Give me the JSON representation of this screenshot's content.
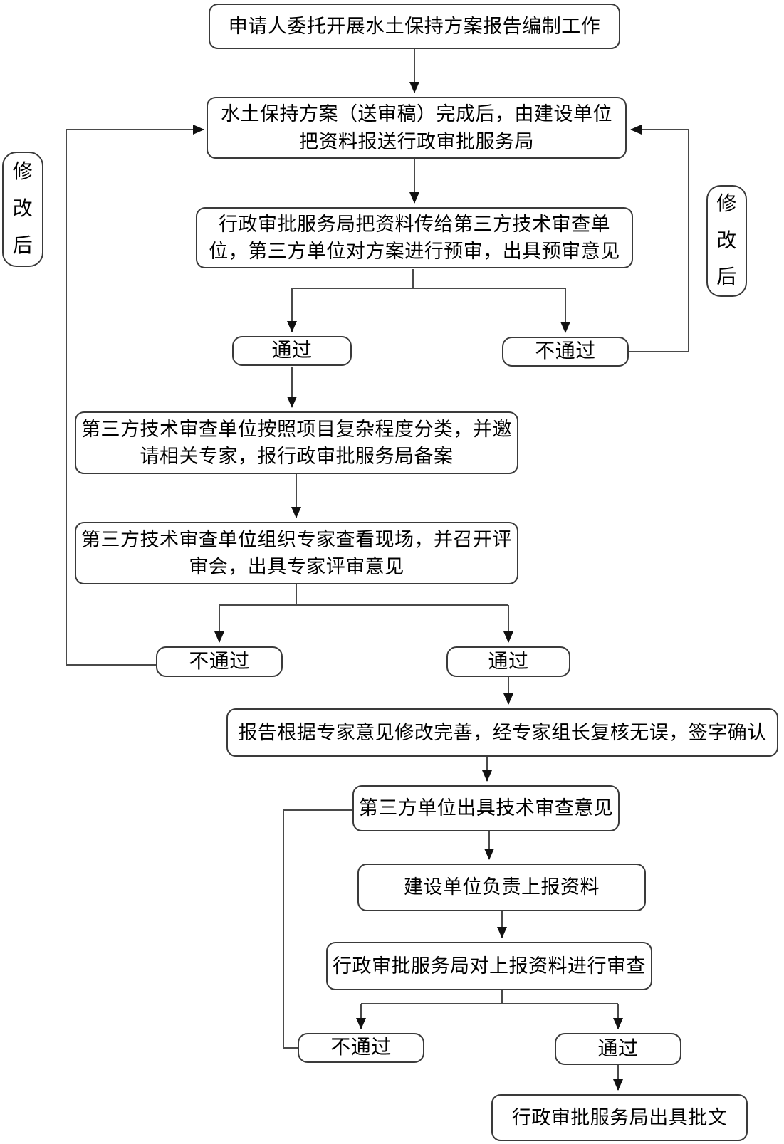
{
  "colors": {
    "background": "#ffffff",
    "box_border": "#3a3a3a",
    "connector_line": "#4a4a4a",
    "arrowhead": "#111111",
    "text": "#000000"
  },
  "flow": {
    "steps": {
      "entrust": "申请人委托开展水土保持方案报告编制工作",
      "submit_draft": "水土保持方案（送审稿）完成后，由建设单位把资料报送行政审批服务局",
      "forward_third_party": "行政审批服务局把资料传给第三方技术审查单位，第三方单位对方案进行预审，出具预审意见",
      "classify_experts": "第三方技术审查单位按照项目复杂程度分类，并邀请相关专家，报行政审批服务局备案",
      "site_review": "第三方技术审查单位组织专家查看现场，并召开评审会，出具专家评审意见",
      "revise_confirm": "报告根据专家意见修改完善，经专家组长复核无误，签字确认",
      "tech_opinion": "第三方单位出具技术审查意见",
      "submit_materials": "建设单位负责上报资料",
      "bureau_review": "行政审批服务局对上报资料进行审查",
      "issue_approval": "行政审批服务局出具批文"
    },
    "decisions": {
      "pass": "通过",
      "fail": "不通过"
    },
    "side_labels": {
      "left": "修改后",
      "right": "修改后"
    }
  }
}
